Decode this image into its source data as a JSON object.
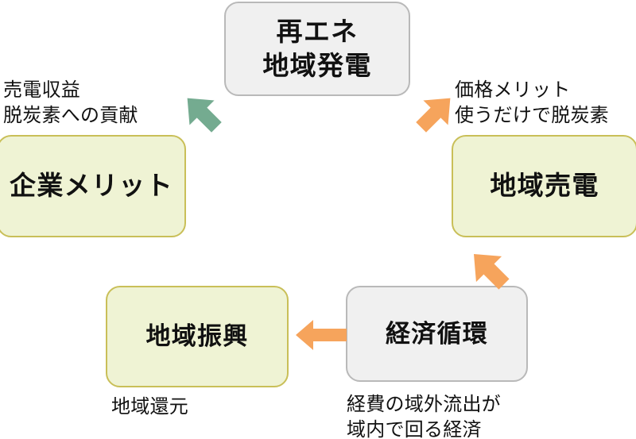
{
  "diagram": {
    "title_concept": "再エネ地域発電の経済循環図",
    "colors": {
      "arrow_green": "#74ab90",
      "arrow_orange": "#f6a45c",
      "box_yellow_fill": "#eff3d4",
      "box_yellow_border": "#c9bf58",
      "box_gray_fill": "#f0f0f0",
      "box_gray_border": "#b9b9b9",
      "text": "#111111",
      "background": "#ffffff"
    },
    "nodes": {
      "generation": {
        "label": "再エネ\n地域発電",
        "style": "gray"
      },
      "corporate_merit": {
        "label": "企業メリット",
        "style": "yellow"
      },
      "regional_sale": {
        "label": "地域売電",
        "style": "yellow"
      },
      "economic_cycle": {
        "label": "経済循環",
        "style": "gray"
      },
      "regional_promotion": {
        "label": "地域振興",
        "style": "yellow"
      }
    },
    "captions": {
      "corporate_merit": "売電収益\n脱炭素への貢献",
      "regional_sale": "価格メリット\n使うだけで脱炭素",
      "economic_cycle": "経費の域外流出が\n域内で回る経済",
      "regional_promotion": "地域還元"
    },
    "arrows": [
      {
        "id": "generation-to-corporate",
        "direction": "down-left",
        "color": "#74ab90"
      },
      {
        "id": "generation-to-sale",
        "direction": "down-right",
        "color": "#f6a45c"
      },
      {
        "id": "sale-to-economic-cycle",
        "direction": "down-left",
        "color": "#f6a45c"
      },
      {
        "id": "economic-cycle-to-promotion",
        "direction": "left",
        "color": "#f6a45c"
      }
    ]
  }
}
